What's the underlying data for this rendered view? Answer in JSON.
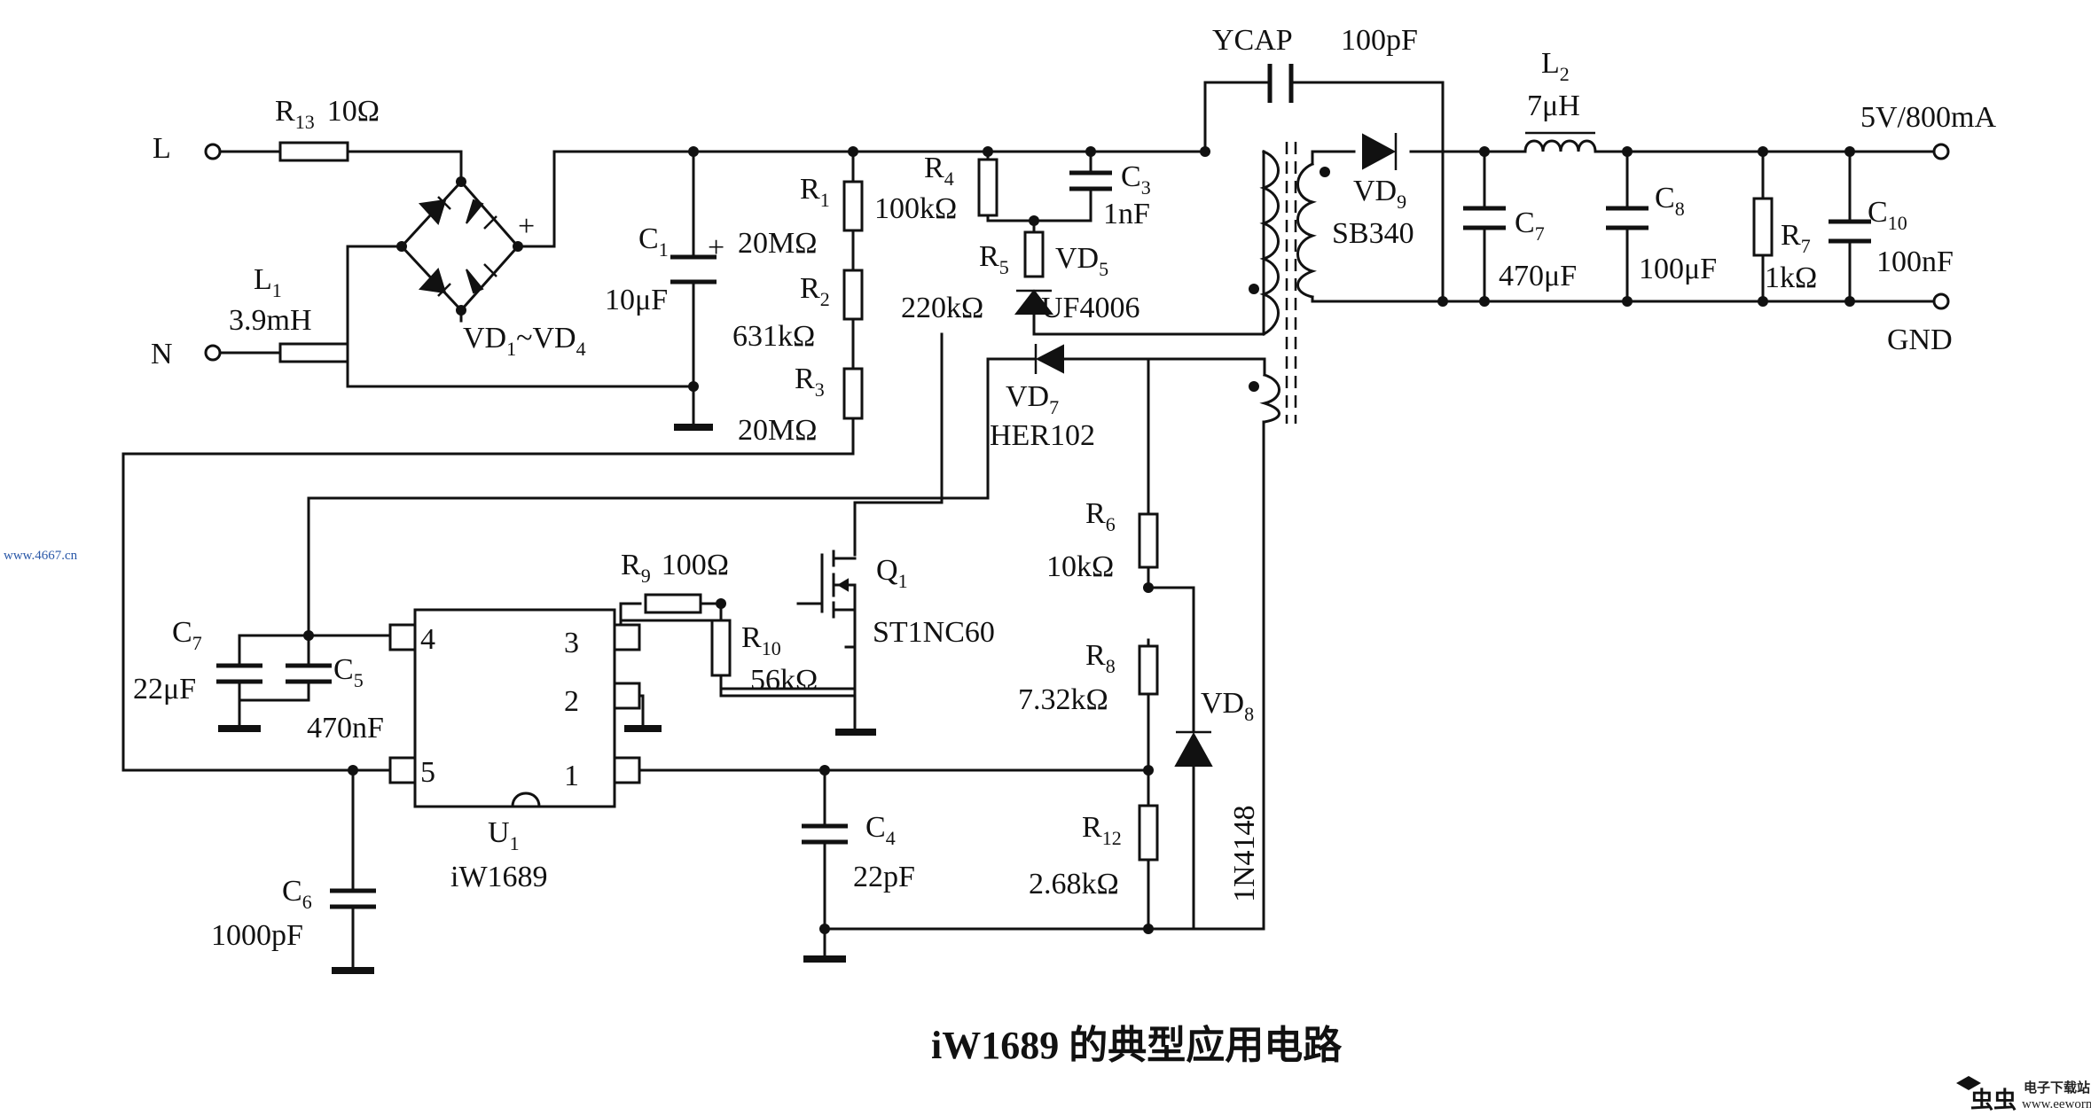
{
  "caption": "iW1689 的典型应用电路",
  "watermarks": {
    "left": "www.4667.cn",
    "right_brand": "电子下载站",
    "right_url": "www.eeworm.com"
  },
  "terminals": {
    "L": "L",
    "N": "N",
    "out": "5V/800mA",
    "gnd": "GND"
  },
  "components": {
    "R13": {
      "ref": "R",
      "sub": "13",
      "value": "10Ω"
    },
    "L1": {
      "ref": "L",
      "sub": "1",
      "value": "3.9mH"
    },
    "bridge": {
      "a": "VD",
      "a_sub": "1",
      "mid": "~VD",
      "b_sub": "4",
      "plus": "+"
    },
    "C1": {
      "ref": "C",
      "sub": "1",
      "value": "10μF",
      "plus": "+"
    },
    "R1": {
      "ref": "R",
      "sub": "1",
      "value": "20MΩ"
    },
    "R2": {
      "ref": "R",
      "sub": "2",
      "value": "631kΩ"
    },
    "R3": {
      "ref": "R",
      "sub": "3",
      "value": "20MΩ"
    },
    "R4": {
      "ref": "R",
      "sub": "4",
      "value": "100kΩ"
    },
    "C3": {
      "ref": "C",
      "sub": "3",
      "value": "1nF"
    },
    "R5": {
      "ref": "R",
      "sub": "5",
      "value": "220kΩ"
    },
    "VD5": {
      "ref": "VD",
      "sub": "5",
      "value": "UF4006"
    },
    "YCAP": {
      "ref": "YCAP",
      "value": "100pF"
    },
    "VD9": {
      "ref": "VD",
      "sub": "9",
      "value": "SB340"
    },
    "L2": {
      "ref": "L",
      "sub": "2",
      "value": "7μH"
    },
    "C7out": {
      "ref": "C",
      "sub": "7",
      "value": "470μF"
    },
    "C8": {
      "ref": "C",
      "sub": "8",
      "value": "100μF"
    },
    "R7": {
      "ref": "R",
      "sub": "7",
      "value": "1kΩ"
    },
    "C10": {
      "ref": "C",
      "sub": "10",
      "value": "100nF"
    },
    "VD7": {
      "ref": "VD",
      "sub": "7",
      "value": "HER102"
    },
    "R6": {
      "ref": "R",
      "sub": "6",
      "value": "10kΩ"
    },
    "R8": {
      "ref": "R",
      "sub": "8",
      "value": "7.32kΩ"
    },
    "VD8": {
      "ref": "VD",
      "sub": "8",
      "value": "1N4148"
    },
    "R12": {
      "ref": "R",
      "sub": "12",
      "value": "2.68kΩ"
    },
    "Q1": {
      "ref": "Q",
      "sub": "1",
      "value": "ST1NC60"
    },
    "R9": {
      "ref": "R",
      "sub": "9",
      "value": "100Ω"
    },
    "R10": {
      "ref": "R",
      "sub": "10",
      "value": "56kΩ"
    },
    "C7in": {
      "ref": "C",
      "sub": "7",
      "value": "22μF"
    },
    "C5": {
      "ref": "C",
      "sub": "5",
      "value": "470nF"
    },
    "C4": {
      "ref": "C",
      "sub": "4",
      "value": "22pF"
    },
    "C6": {
      "ref": "C",
      "sub": "6",
      "value": "1000pF"
    },
    "U1": {
      "ref": "U",
      "sub": "1",
      "value": "iW1689",
      "pins": [
        "4",
        "3",
        "2",
        "5",
        "1"
      ]
    }
  }
}
